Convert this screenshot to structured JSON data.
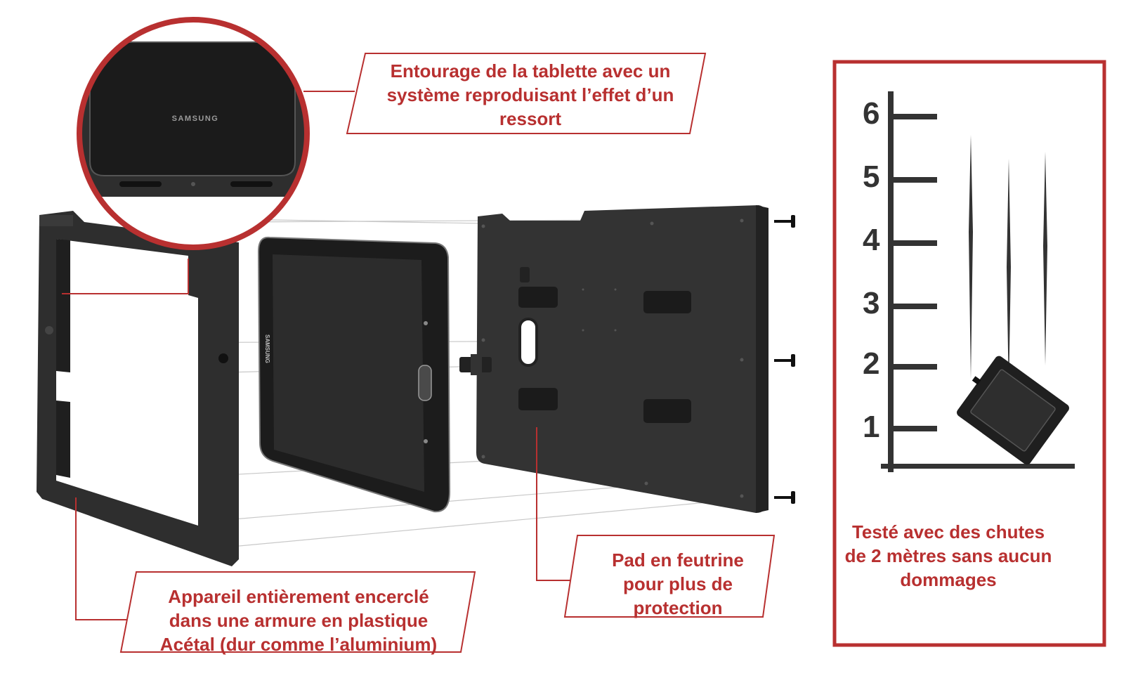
{
  "colors": {
    "accent": "#b83030",
    "device": "#2a2a2a",
    "ink": "#333333"
  },
  "callouts": {
    "spring": {
      "lines": [
        "Entourage de la tablette avec un",
        "système reproduisant l’effet d’un",
        "ressort"
      ]
    },
    "pad": {
      "lines": [
        "Pad en feutrine",
        "pour plus de",
        "protection"
      ]
    },
    "armor": {
      "lines": [
        "Appareil entièrement encerclé",
        "dans une armure en plastique",
        "Acétal (dur comme l’aluminium)"
      ]
    },
    "drop": {
      "lines": [
        "Testé avec des chutes",
        "de 2 mètres sans aucun",
        "dommages"
      ]
    }
  },
  "zoom": {
    "brand": "SAMSUNG"
  },
  "tablet": {
    "brand": "SAMSUNG"
  },
  "drop_scale": {
    "labels": [
      "6",
      "5",
      "4",
      "3",
      "2",
      "1"
    ]
  },
  "icons": [
    "magnifier-zoom-icon",
    "screw-icon",
    "drop-motion-lines-icon"
  ]
}
